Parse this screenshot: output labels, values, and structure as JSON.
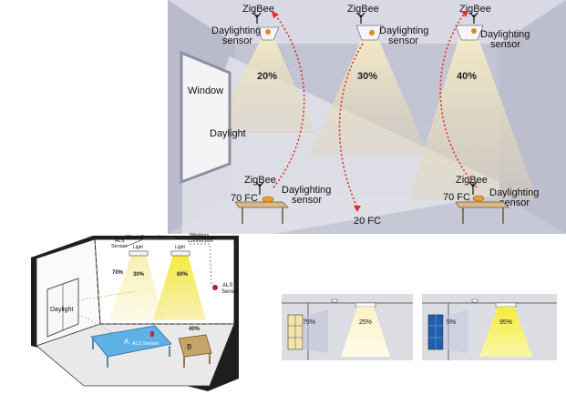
{
  "room": {
    "antenna_label": "ZigBee",
    "sensor_label_line1": "Daylighting",
    "sensor_label_line2": "sensor",
    "window_label": "Window",
    "daylight_label": "Daylight",
    "fixtures": [
      {
        "id": "left",
        "percent": "20%"
      },
      {
        "id": "center",
        "percent": "30%"
      },
      {
        "id": "right",
        "percent": "40%"
      }
    ],
    "desk_left_reading": "70 FC",
    "floor_reading": "20 FC",
    "desk_right_reading": "70 FC"
  },
  "iso": {
    "wired_label": "Wired Connection",
    "wireless_label_line1": "Wireless",
    "wireless_label_line2": "Connection",
    "als_label_line1": "ALS",
    "als_label_line2": "Sensor",
    "light_label": "Light",
    "left_percent": "70%",
    "mid_percent": "30%",
    "right_percent": "60%",
    "side_percent": "40%",
    "daylight_label": "Daylight",
    "desk_a_label": "A",
    "desk_a_sensor": "ALS Sensor",
    "desk_b_label": "B",
    "right_als_line1": "ALS",
    "right_als_line2": "Sensor"
  },
  "panels": [
    {
      "window_percent": "75%",
      "fixture_percent": "25%",
      "window_color": "#f2e3a8",
      "beam_color": "#fbf1bf"
    },
    {
      "window_percent": "5%",
      "fixture_percent": "95%",
      "window_color": "#1f5fae",
      "beam_color": "#f4e842"
    }
  ],
  "colors": {
    "room_bg": "#cfd0dc",
    "wall_dark": "#b7b8c8",
    "beam": "#e9dcb8",
    "arrow": "#e03020",
    "iso_beam": "#f2e200",
    "desk_blue": "#5fb0e6",
    "desk_tan": "#c9a46a"
  }
}
